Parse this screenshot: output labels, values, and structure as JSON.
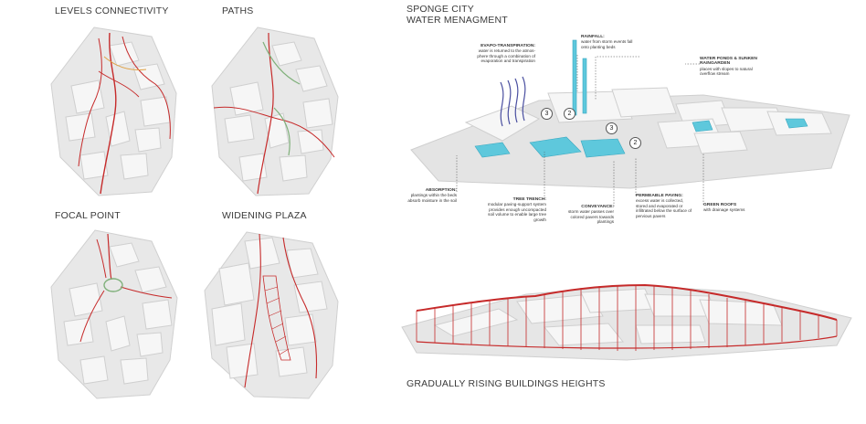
{
  "panels": {
    "levels_connectivity": {
      "title": "LEVELS CONNECTIVITY"
    },
    "paths": {
      "title": "PATHS"
    },
    "focal_point": {
      "title": "FOCAL POINT"
    },
    "widening_plaza": {
      "title": "WIDENING PLAZA"
    }
  },
  "sponge_city": {
    "title_line1": "SPONGE CITY",
    "title_line2": "WATER MENAGMENT",
    "annotations": {
      "evapo": {
        "heading": "EVAPO-TRANSPIRATION:",
        "text": "water is returned to the atmos-phere through a combination of evaporation and transpiration"
      },
      "rainfall": {
        "heading": "RAINFALL:",
        "text": "water from storm events fall onto planting beds"
      },
      "ponds": {
        "heading": "WATER PONDS & SUNKEN RAINGARDEN",
        "text": "places with slopes to natural overflow stream"
      },
      "absorption": {
        "heading": "ABSORPTION:",
        "text": "plantings within the beds absorb moisture in the soil"
      },
      "trench": {
        "heading": "TREE TRENCH:",
        "text": "modular paving-support system provides enough uncompacted soil volume to enable large tree growth"
      },
      "conveyance": {
        "heading": "CONVEYANCE:",
        "text": "storm water passes over colored pavers towards plantings"
      },
      "permeable": {
        "heading": "PERMEABLE PAVING:",
        "text": "excess water is collected, stored and evaporated or infiltrated below the surface of pervious pavers"
      },
      "green_roofs": {
        "heading": "GREEN ROOFS",
        "text": "with drainage systems"
      }
    },
    "markers": [
      "3",
      "2",
      "3",
      "2"
    ]
  },
  "heights": {
    "title": "GRADUALLY RISING BUILDINGS HEIGHTS"
  },
  "colors": {
    "path_red": "#c62a2a",
    "water_blue": "#5ec8dc",
    "building": "#f4f4f4",
    "ground": "#e6e6e6",
    "green_path": "#7fb07a",
    "purple_arrow": "#4a4fa0"
  }
}
